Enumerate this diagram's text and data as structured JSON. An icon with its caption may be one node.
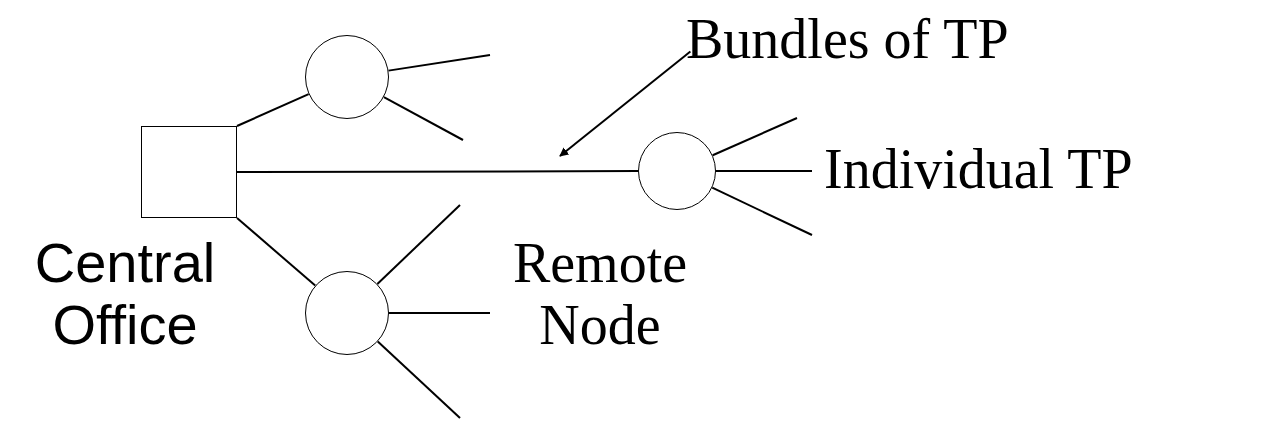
{
  "diagram": {
    "nodes": [
      {
        "text": [],
        "shape": "box",
        "beside": [
          "Central Office"
        ]
      },
      {
        "text": [],
        "shape": "circle"
      },
      {
        "text": [],
        "shape": "circle"
      },
      {
        "text": [],
        "shape": "circle"
      },
      {
        "text": [
          "Bundles of TP"
        ]
      }
    ],
    "edges": [
      {
        "from": 0,
        "to": 1,
        "arrow": "none"
      },
      {
        "from": 0,
        "to": 2,
        "arrow": "none"
      },
      {
        "from": 0,
        "to": 3,
        "arrow": "none"
      },
      {
        "from": 1,
        "to": null,
        "arrow": "none"
      },
      {
        "from": 1,
        "to": null,
        "arrow": "none"
      },
      {
        "from": 2,
        "to": null,
        "arrow": "none"
      },
      {
        "from": 2,
        "to": null,
        "arrow": "none"
      },
      {
        "from": 2,
        "to": null,
        "arrow": "none"
      },
      {
        "from": 3,
        "to": null,
        "arrow": "none"
      },
      {
        "from": 3,
        "to": null,
        "arrow": "none"
      },
      {
        "from": 3,
        "to": null,
        "arrow": "none"
      },
      {
        "from": 4,
        "to": null,
        "arrow": "to"
      }
    ],
    "labels": [
      "Individual TP",
      "Remote Node"
    ]
  }
}
